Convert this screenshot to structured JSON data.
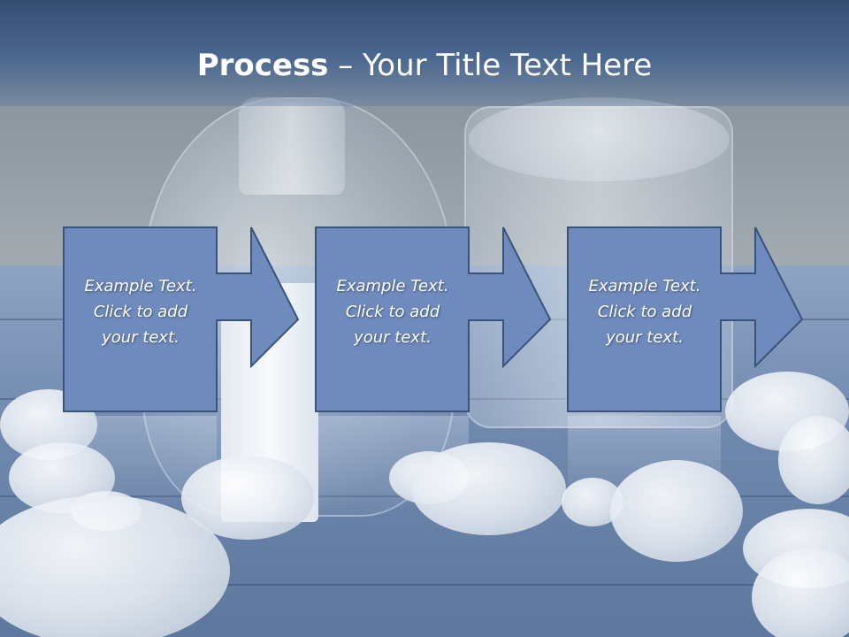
{
  "title": {
    "bold": "Process",
    "rest": " – Your Title Text Here"
  },
  "steps": [
    {
      "text": "Example Text.\nClick  to add\nyour text."
    },
    {
      "text": "Example Text.\nClick  to add\nyour text."
    },
    {
      "text": "Example Text.\nClick  to add\nyour text."
    }
  ],
  "colors": {
    "box_fill": "#6f8bbd",
    "box_stroke": "#3a5378",
    "title_band": "#4c6890"
  }
}
